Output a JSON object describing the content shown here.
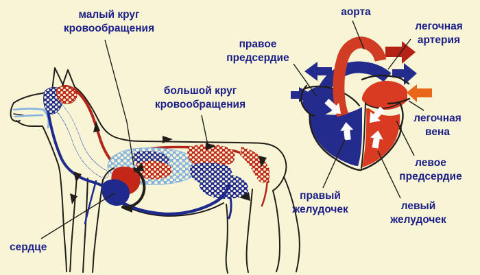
{
  "diagram": {
    "subject": "circulatory-system-of-dog",
    "labels": {
      "pulmonary_circuit": "малый круг\nкровообращения",
      "systemic_circuit": "большой круг\nкровообращения",
      "aorta": "аорта",
      "pulmonary_artery": "легочная\nартерия",
      "right_atrium": "правое\nпредсердие",
      "pulmonary_vein": "легочная\nвена",
      "left_atrium": "левое\nпредсердие",
      "right_ventricle": "правый\nжелудочек",
      "left_ventricle": "левый\nжелудочек",
      "heart": "сердце"
    },
    "colors": {
      "background": "#f8f4d6",
      "label_text": "#1c1e87",
      "artery_red": "#b3251a",
      "bright_red": "#d13c24",
      "dark_red_arrow": "#b52215",
      "vein_navy": "#1e2a8c",
      "striped_vein_blue": "#3c5cb5",
      "capillary_light_blue": "#85b3de",
      "pulmonary_vein_orange": "#e8671c",
      "outline_black": "#221d18",
      "flow_arrow_white": "#ffffff"
    }
  }
}
